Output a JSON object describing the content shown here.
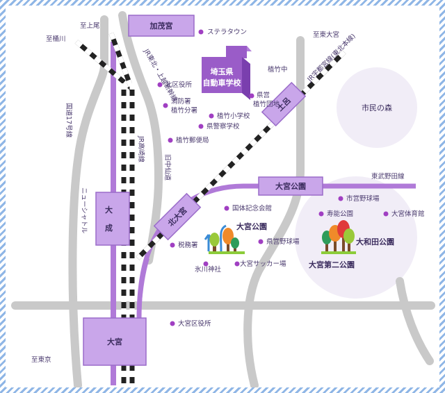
{
  "stations": {
    "kamoda": "加茂宮",
    "omiya": "大宮",
    "ohnari": "大成",
    "kitaomiya": "北大宮",
    "omiya_koen": "大宮公園",
    "tsuchiro": "土呂"
  },
  "directions": {
    "to_okegawa": "至桶川",
    "to_ageo": "至上尾",
    "to_tokyo": "至東京",
    "to_higashiomiya": "至東大宮"
  },
  "lines": {
    "jr_takasaki_right": "JR高崎線",
    "jr_tohoku_top": "JR東北・上越新幹線",
    "jr_utsunomiya": "JR宇都宮線(東北本線)",
    "tobu_noda": "東武野田線",
    "new_shuttle": "ニューシャトル",
    "kyu_nakasendo": "旧中仙道",
    "route_17": "国道17号線"
  },
  "school": {
    "line1": "埼玉県",
    "line2": "自動車学校"
  },
  "parks": {
    "shimin_no_mori": "市民の森",
    "omiya_koen": "大宮公園",
    "owada_koen": "大和田公園",
    "omiya_daini_koen": "大宮第二公園"
  },
  "landmarks": {
    "sterratown": "ステラタウン",
    "uematake_naka": "植竹中",
    "kitaku_yakusho": "北区役所",
    "shobosho_bunsho": "消防署 植竹分署",
    "kenei_uematake_danchi": "県営 植竹団地",
    "uematake_shogakko": "植竹小学校",
    "keisatsu_gakko": "県警察学校",
    "uematake_yubinkyoku": "植竹郵便局",
    "kokutai_kinenkan": "国体記念会館",
    "shimin_yakyujo": "市営野球場",
    "jumyo_koen": "寿能公園",
    "omiya_taiikukan": "大宮体育館",
    "zeimusho": "税務署",
    "kenei_yakyujo": "県営野球場",
    "hikawa_jinja": "氷川神社",
    "omiya_soccer": "大宮サッカー場",
    "omiya_kuyakusho": "大宮区役所"
  },
  "colors": {
    "road": "#c9c9c9",
    "station_fill": "#c9a6ea",
    "station_border": "#9a6cc9",
    "jr_line": "#222222",
    "tobu_line": "#b07ad8",
    "dot": "#a03fc2",
    "park_area": "#f1edf7",
    "frame_stripes": "#8fb6e6"
  }
}
